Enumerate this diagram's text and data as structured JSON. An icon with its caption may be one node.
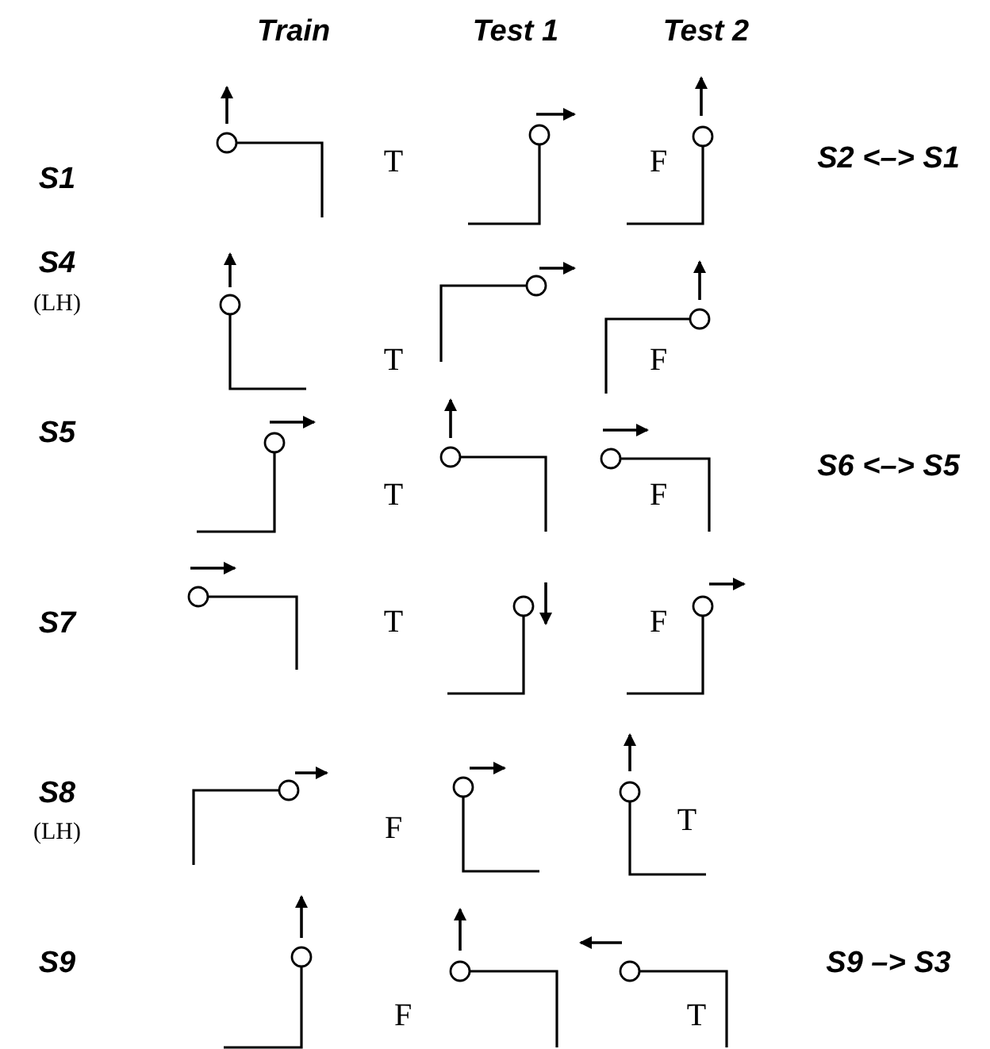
{
  "diagram": {
    "labels": [
      "Train",
      "Test 1",
      "Test 2",
      "S1",
      "T",
      "F",
      "S2 <–> S1",
      "S4",
      "(LH)",
      "T",
      "F",
      "S5",
      "T",
      "F",
      "S6 <–> S5",
      "S7",
      "T",
      "F",
      "S8",
      "(LH)",
      "F",
      "T",
      "S9",
      "F",
      "T",
      "S9 –> S3"
    ]
  }
}
